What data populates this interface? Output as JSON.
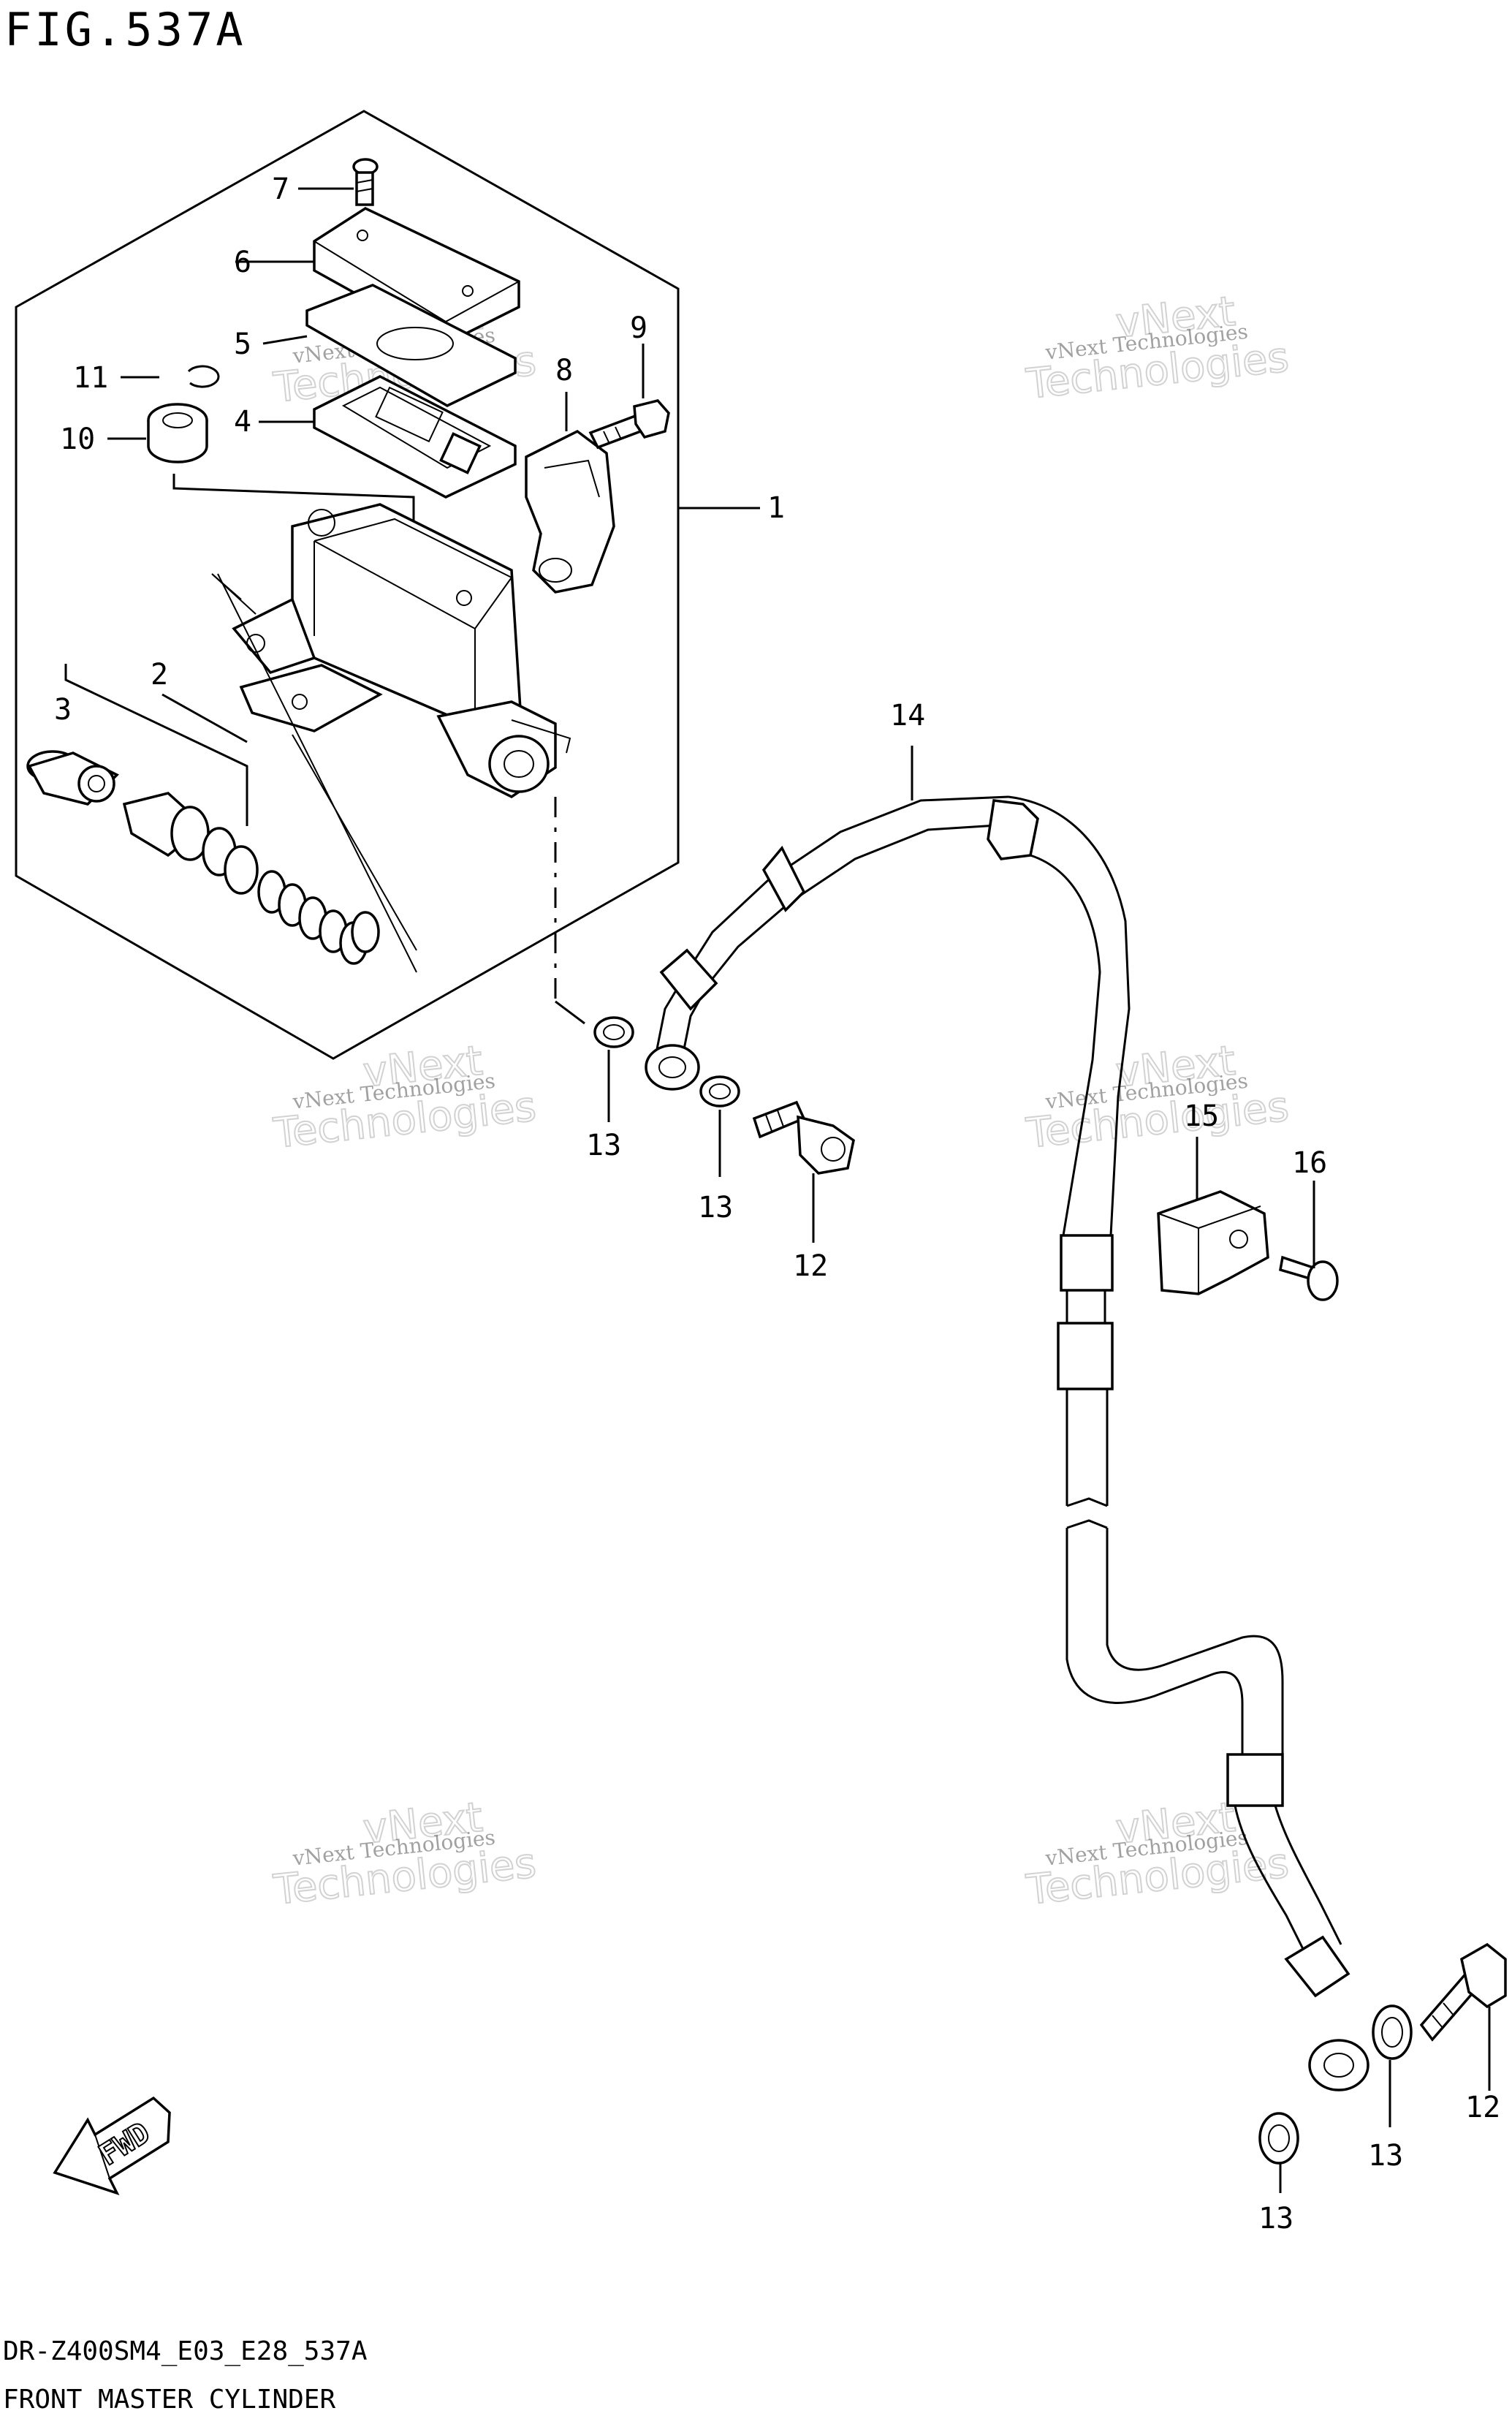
{
  "title": "FIG.537A",
  "footer": {
    "model_code": "DR-Z400SM4_E03_E28_537A",
    "diagram_name": "FRONT MASTER CYLINDER"
  },
  "watermark": {
    "line1": "vNext Technologies",
    "line2": "vNext",
    "line3": "Technologies"
  },
  "callouts": {
    "c1": "1",
    "c2": "2",
    "c3": "3",
    "c4": "4",
    "c5": "5",
    "c6": "6",
    "c7": "7",
    "c8": "8",
    "c9": "9",
    "c10": "10",
    "c11": "11",
    "c12a": "12",
    "c12b": "12",
    "c13a": "13",
    "c13b": "13",
    "c13c": "13",
    "c13d": "13",
    "c14": "14",
    "c15": "15",
    "c16": "16"
  },
  "fwd_label": "FWD",
  "line_color": "#000000",
  "background": "#ffffff"
}
